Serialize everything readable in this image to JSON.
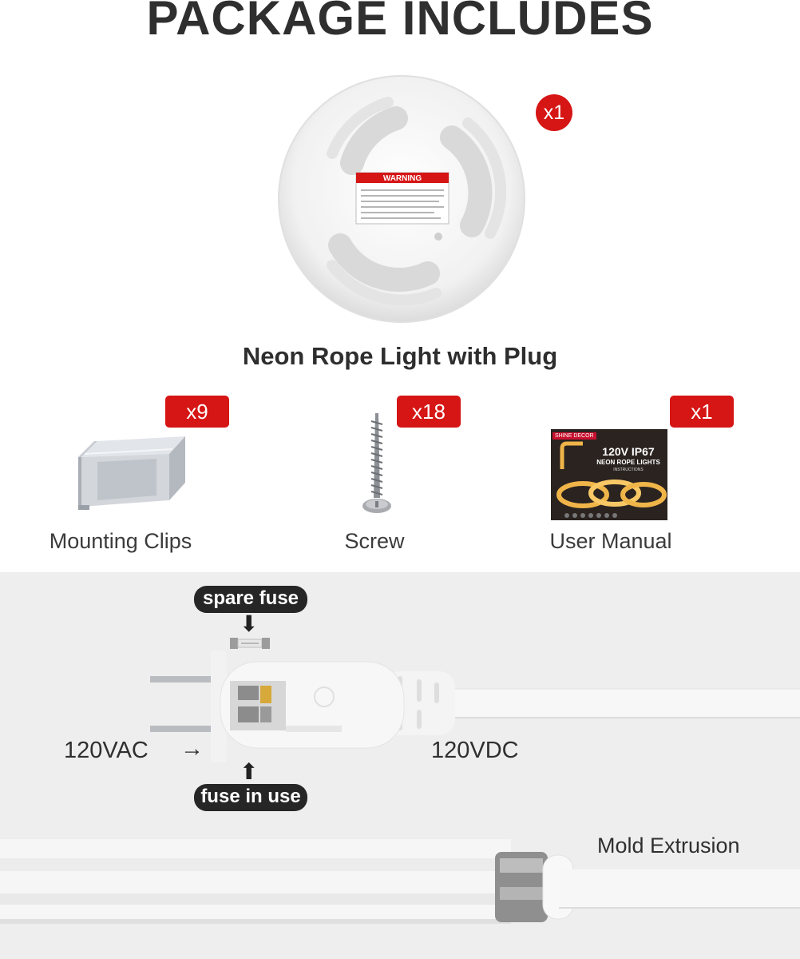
{
  "title": "PACKAGE INCLUDES",
  "reel": {
    "caption": "Neon Rope Light with Plug",
    "qty": "x1",
    "warning_label": "WARNING"
  },
  "items": [
    {
      "label": "Mounting Clips",
      "qty": "x9"
    },
    {
      "label": "Screw",
      "qty": "x18"
    },
    {
      "label": "User Manual",
      "qty": "x1"
    }
  ],
  "manual_cover": {
    "brand": "SHINE DECOR",
    "line1": "120V IP67",
    "line2": "NEON ROPE LIGHTS",
    "line3": "INSTRUCTIONS"
  },
  "plug": {
    "spare_fuse_label": "spare fuse",
    "fuse_in_use_label": "fuse in use",
    "input_voltage": "120VAC",
    "output_voltage": "120VDC",
    "arrow_right": "→",
    "arrow_down": "⬇",
    "arrow_up": "⬆"
  },
  "extrusion_label": "Mold Extrusion",
  "colors": {
    "badge_red": "#d61515",
    "pill_dark": "#262626",
    "panel_gray": "#eeeeee"
  }
}
